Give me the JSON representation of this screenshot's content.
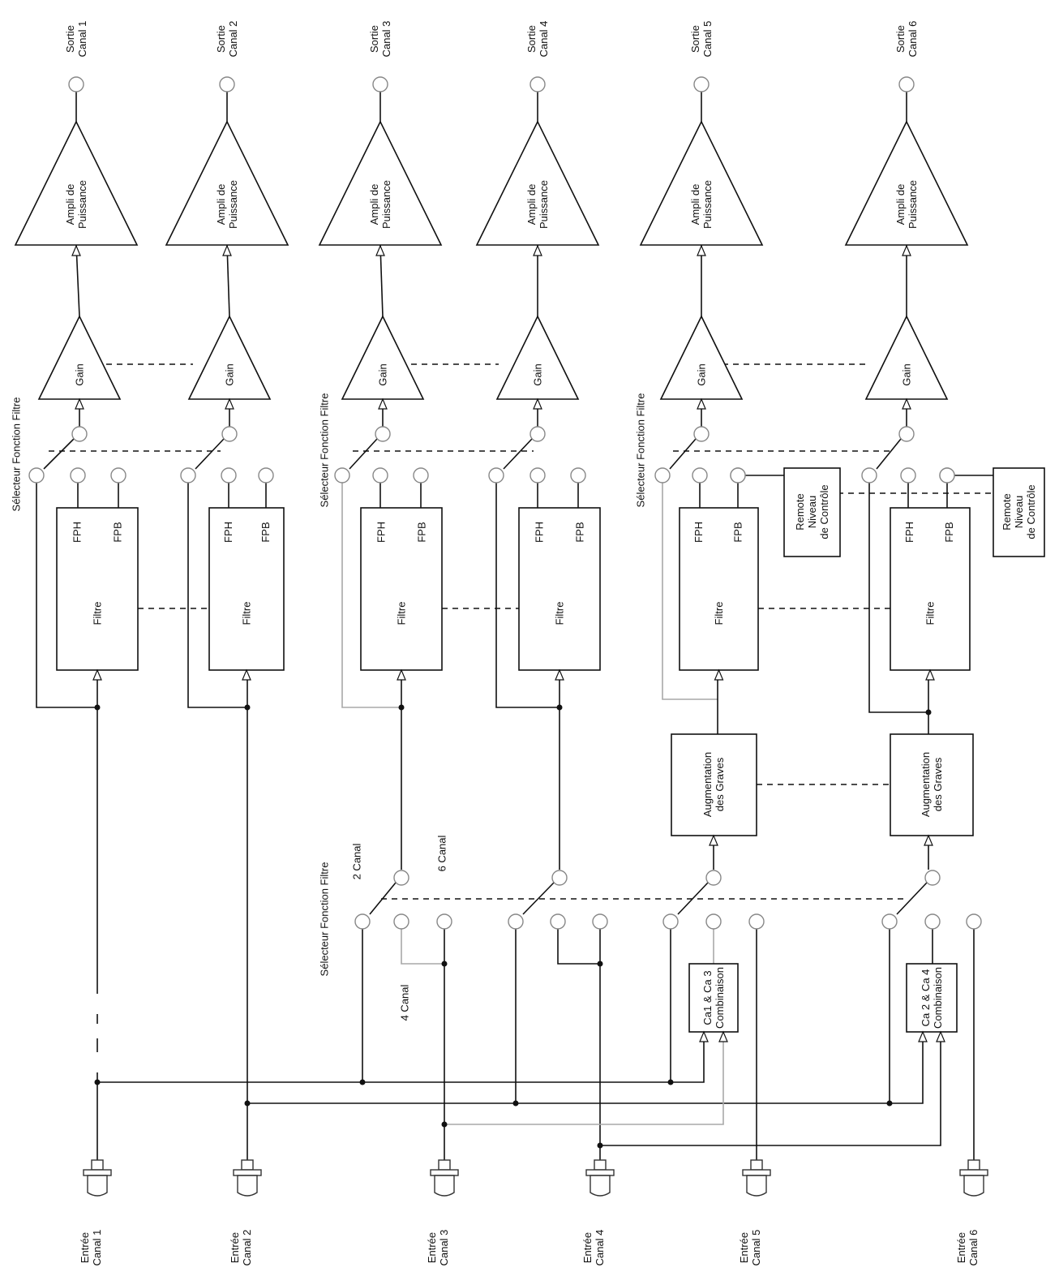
{
  "channels": [
    {
      "output_label": "Sortie\nCanal 1",
      "input_label": "Entrée\nCanal 1"
    },
    {
      "output_label": "Sortie\nCanal 2",
      "input_label": "Entrée\nCanal 2"
    },
    {
      "output_label": "Sortie\nCanal 3",
      "input_label": "Entrée\nCanal 3"
    },
    {
      "output_label": "Sortie\nCanal 4",
      "input_label": "Entrée\nCanal 4"
    },
    {
      "output_label": "Sortie\nCanal 5",
      "input_label": "Entrée\nCanal 5"
    },
    {
      "output_label": "Sortie\nCanal 6",
      "input_label": "Entrée\nCanal 6"
    }
  ],
  "amp_label": "Ampli de\nPuissance",
  "gain_label": "Gain",
  "filter": {
    "main": "Filtre",
    "hpf": "FPH",
    "lpf": "FPB"
  },
  "selector_label": "Sélecteur Fonction Filtre",
  "remote_label": "Remote\nNiveau\nde Contrôle",
  "bass_label": "Augmentation\ndes Graves",
  "combo_labels": [
    "Ca1 & Ca 3\nCombinaison",
    "Ca 2 & Ca 4\nCombinaison"
  ],
  "mode_labels": {
    "two": "2 Canal",
    "four": "4 Canal",
    "six": "6 Canal"
  },
  "colors": {
    "line": "#111111",
    "grey_line": "#a8a8a8",
    "terminal": "#888888"
  }
}
